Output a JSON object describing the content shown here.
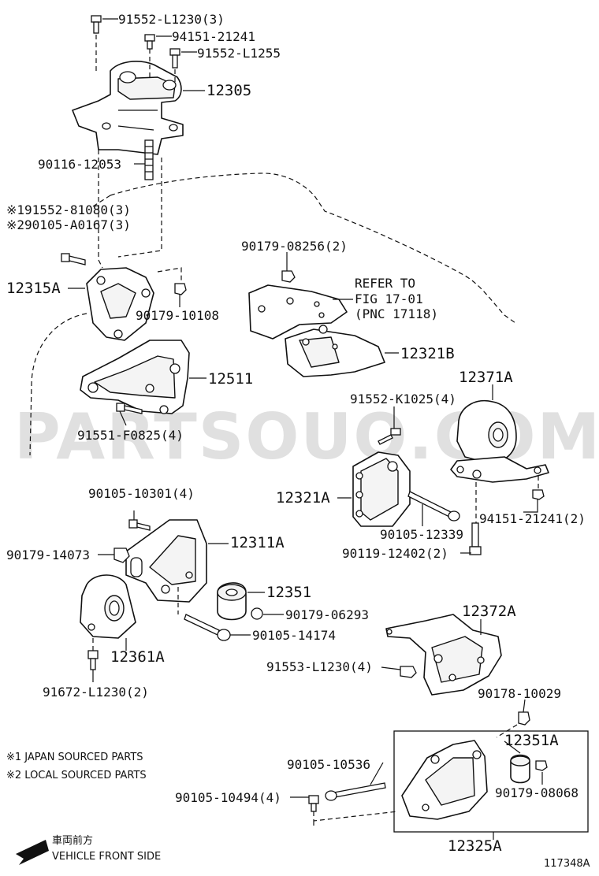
{
  "labels": {
    "p_91552_L1230": "91552-L1230(3)",
    "p_94151_21241_top": "94151-21241",
    "p_91552_L1255": "91552-L1255",
    "p_12305": "12305",
    "p_90116_12053": "90116-12053",
    "p_91552_81080": "※191552-81080(3)",
    "p_90105_A0167": "※290105-A0167(3)",
    "p_90179_08256": "90179-08256(2)",
    "refer_1": "REFER TO",
    "refer_2": "FIG 17-01",
    "refer_3": "(PNC 17118)",
    "p_12315A": "12315A",
    "p_90179_10108": "90179-10108",
    "p_12321B": "12321B",
    "p_12371A": "12371A",
    "p_12511": "12511",
    "p_91552_K1025": "91552-K1025(4)",
    "p_91551_F0825": "91551-F0825(4)",
    "p_12321A": "12321A",
    "p_90105_10301": "90105-10301(4)",
    "p_94151_21241_2": "94151-21241(2)",
    "p_90105_12339": "90105-12339",
    "p_12311A": "12311A",
    "p_90179_14073": "90179-14073",
    "p_90119_12402": "90119-12402(2)",
    "p_12351": "12351",
    "p_90179_06293": "90179-06293",
    "p_90105_14174": "90105-14174",
    "p_12372A": "12372A",
    "p_12361A": "12361A",
    "p_91553_L1230": "91553-L1230(4)",
    "p_91672_L1230": "91672-L1230(2)",
    "p_90178_10029": "90178-10029",
    "p_12351A": "12351A",
    "p_90105_10536": "90105-10536",
    "p_90179_08068": "90179-08068",
    "p_90105_10494": "90105-10494(4)",
    "p_12325A": "12325A"
  },
  "notes": {
    "note1": "※1 JAPAN SOURCED PARTS",
    "note2": "※2 LOCAL SOURCED PARTS"
  },
  "direction": {
    "jp": "車両前方",
    "en": "VEHICLE FRONT SIDE"
  },
  "figure_id": "117348A",
  "watermark": "PARTSOUQ.COM"
}
